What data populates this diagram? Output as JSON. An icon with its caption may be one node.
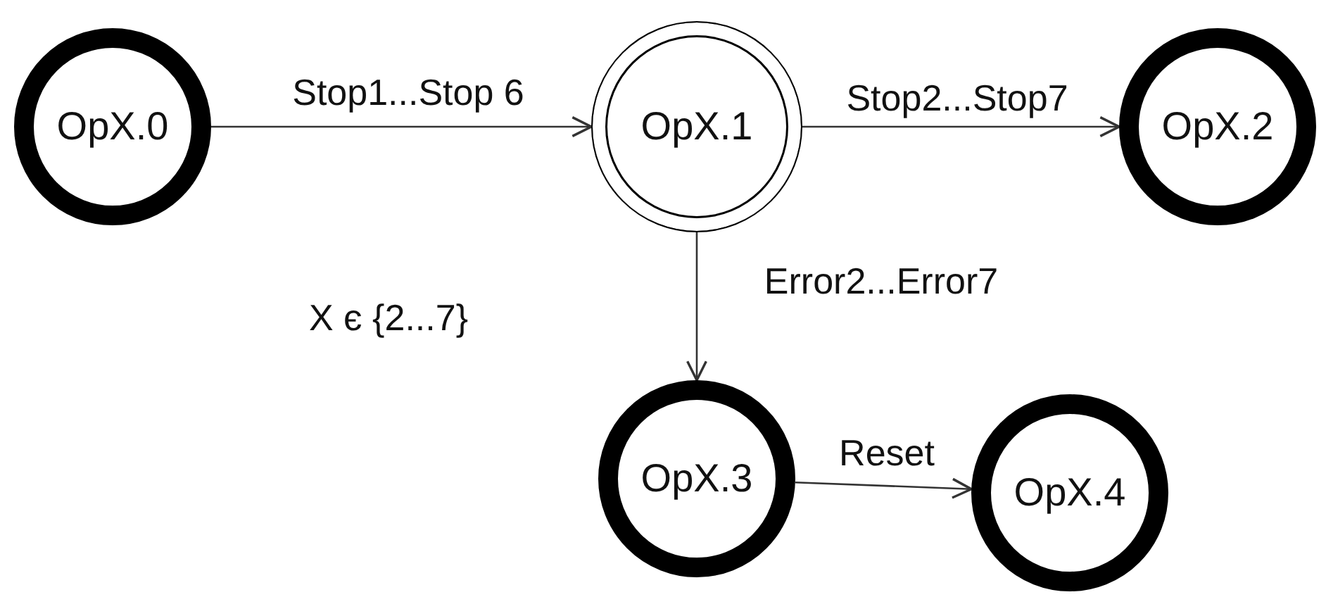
{
  "diagram": {
    "nodes": [
      {
        "text": [
          "OpX.0"
        ]
      },
      {
        "text": [
          "OpX.1"
        ]
      },
      {
        "text": [
          "OpX.2"
        ]
      },
      {
        "text": [
          "OpX.3"
        ]
      },
      {
        "text": [
          "OpX.4"
        ]
      }
    ],
    "edges": [
      {
        "from": 0,
        "to": 1,
        "arrow": "to",
        "label": "Stop1...Stop 6"
      },
      {
        "from": 1,
        "to": 2,
        "arrow": "to",
        "label": "Stop2...Stop7"
      },
      {
        "from": 1,
        "to": 3,
        "arrow": "to",
        "label": "Error2...Error7"
      },
      {
        "from": 3,
        "to": 4,
        "arrow": "to",
        "label": "Reset"
      }
    ],
    "labels": [
      "X є {2...7}"
    ]
  }
}
